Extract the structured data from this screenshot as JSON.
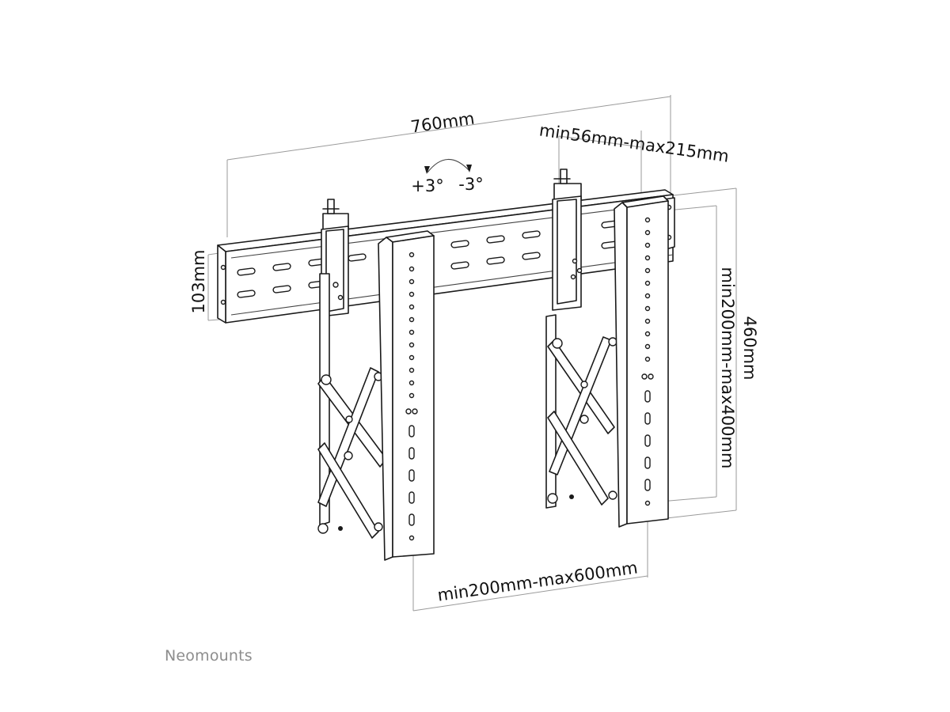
{
  "dimensions": {
    "width_760": "760mm",
    "spacing": "min56mm-max215mm",
    "tilt_plus": "+3°",
    "tilt_minus": "-3°",
    "height_103": "103mm",
    "height_460": "460mm",
    "vertical_range": "min200mm-max400mm",
    "horizontal_range": "min200mm-max600mm"
  },
  "brand": {
    "name": "Neomounts"
  }
}
